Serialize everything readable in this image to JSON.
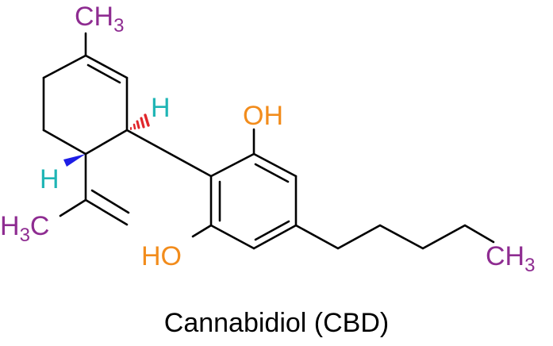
{
  "caption": "Cannabidiol (CBD)",
  "labels": {
    "ch3_top": {
      "main": "CH",
      "sub": "3"
    },
    "h_right": "H",
    "h_left": "H",
    "h3c_left": {
      "main": "H",
      "sub": "3",
      "tail": "C"
    },
    "oh_top": "OH",
    "ho_bottom": "HO",
    "ch3_right": {
      "main": "CH",
      "sub": "3"
    }
  },
  "colors": {
    "methyl": "#8e2c91",
    "hydrogen": "#1fb5b5",
    "hydroxyl": "#f28c1c",
    "wedge_bold": "#1d1de6",
    "wedge_hash": "#e0262b",
    "bond": "#000000"
  }
}
